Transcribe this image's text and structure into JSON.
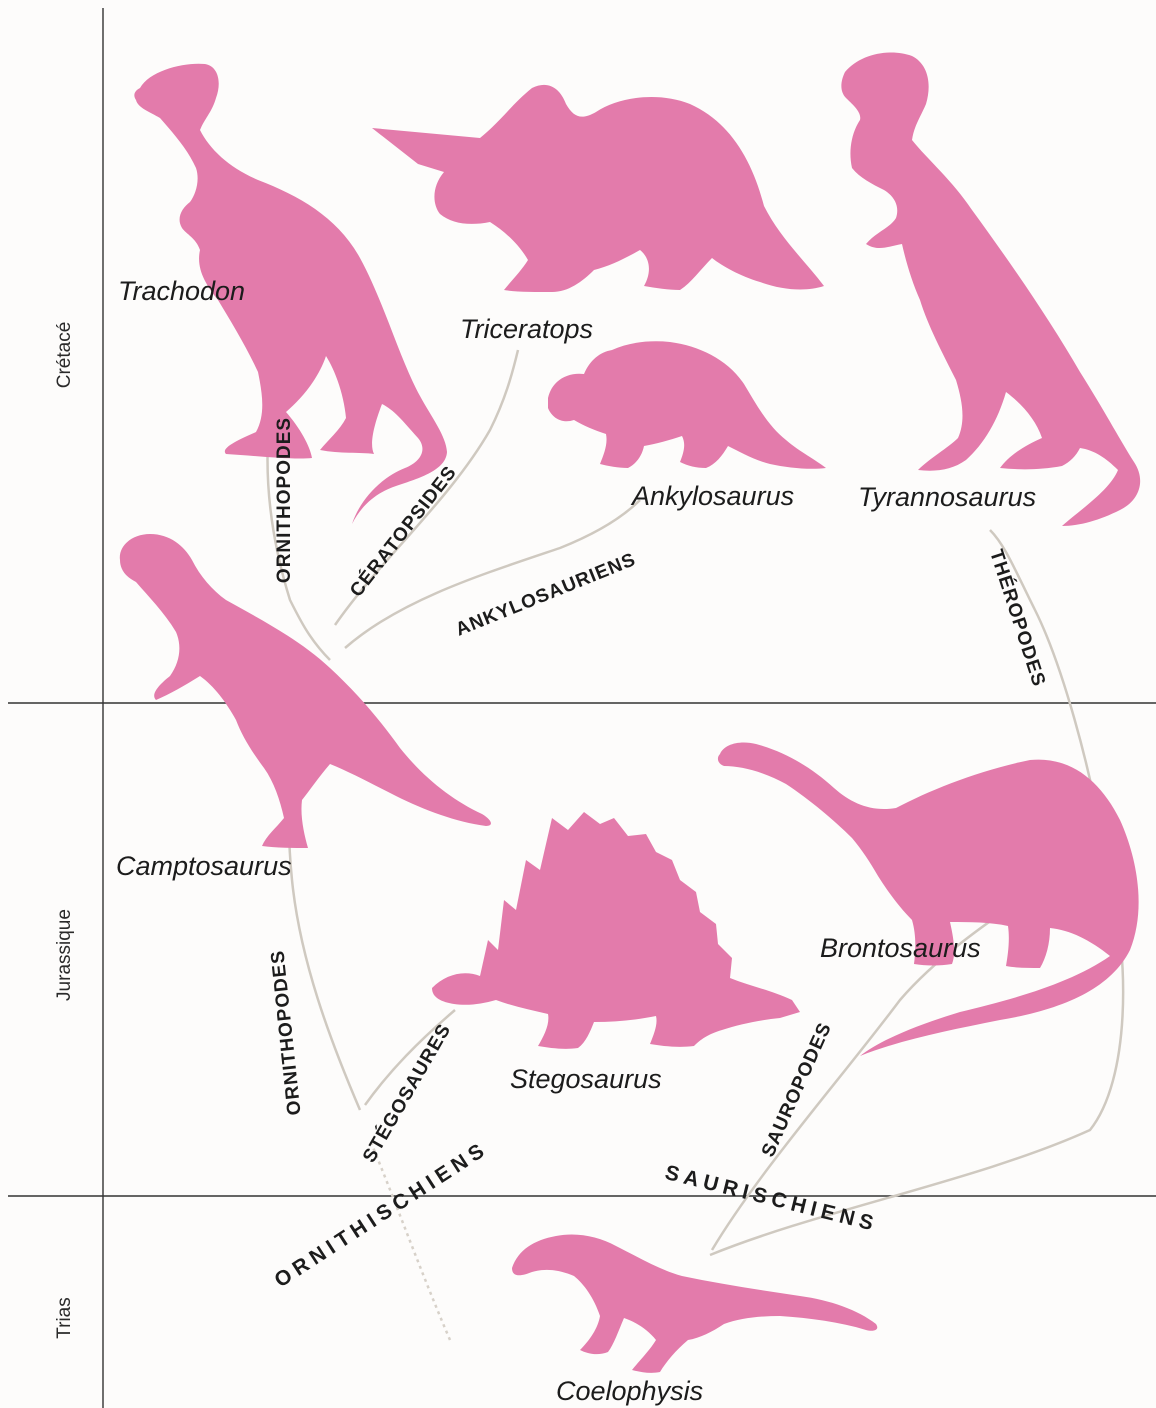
{
  "colors": {
    "silhouette": "#e37bab",
    "branch": "#cfc9c0",
    "axis": "#333333",
    "background": "#fdfcfb"
  },
  "periods": {
    "cretaceous": "Crétacé",
    "jurassic": "Jurassique",
    "triassic": "Trias"
  },
  "species": {
    "trachodon": "Trachodon",
    "triceratops": "Triceratops",
    "tyrannosaurus": "Tyrannosaurus",
    "ankylosaurus": "Ankylosaurus",
    "camptosaurus": "Camptosaurus",
    "brontosaurus": "Brontosaurus",
    "stegosaurus": "Stegosaurus",
    "coelophysis": "Coelophysis"
  },
  "groups": {
    "ornithopodes_upper": "ORNITHOPODES",
    "ceratopsides": "CÉRATOPSIDES",
    "ankylosauriens": "ANKYLOSAURIENS",
    "theropodes": "THÉROPODES",
    "ornithopodes_lower": "ORNITHOPODES",
    "stegosaures": "STÉGOSAURES",
    "sauropodes": "SAUROPODES",
    "ornithischiens": "ORNITHISCHIENS",
    "saurischiens": "SAURISCHIENS"
  }
}
